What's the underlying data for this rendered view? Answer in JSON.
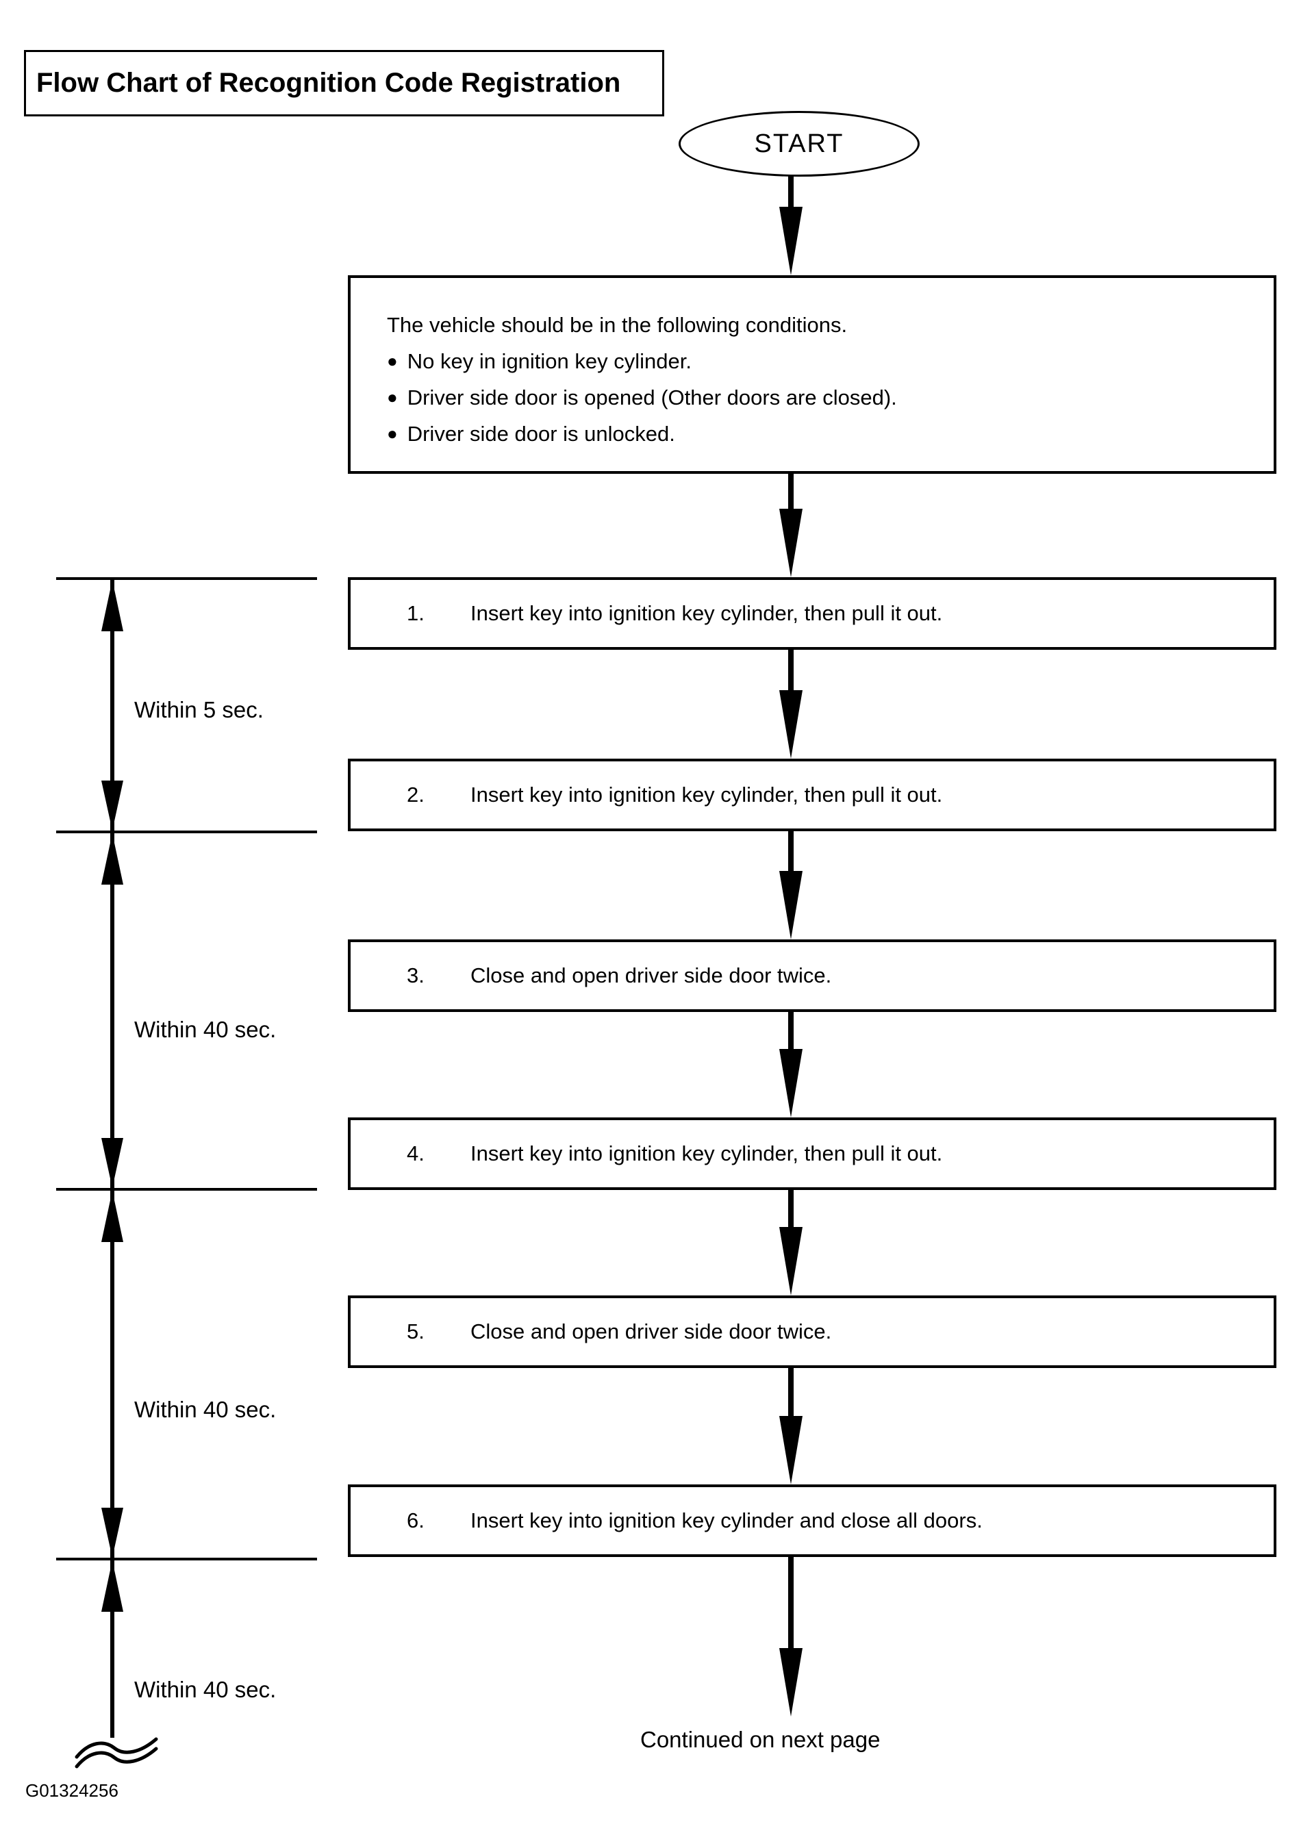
{
  "title": "Flow Chart of Recognition Code Registration",
  "start_label": "START",
  "conditions": {
    "intro": "The vehicle should be in the following conditions.",
    "bullet_glyph": "●",
    "bullets": [
      "No key in ignition key cylinder.",
      "Driver side door is opened (Other doors are closed).",
      "Driver side door is unlocked."
    ]
  },
  "steps": [
    {
      "number": "1.",
      "text": "Insert key into ignition key cylinder, then pull it out."
    },
    {
      "number": "2.",
      "text": "Insert key into ignition key cylinder, then pull it out."
    },
    {
      "number": "3.",
      "text": "Close and open driver side door twice."
    },
    {
      "number": "4.",
      "text": "Insert key into ignition key cylinder, then pull it out."
    },
    {
      "number": "5.",
      "text": "Close and open driver side door twice."
    },
    {
      "number": "6.",
      "text": "Insert key into ignition key cylinder and close all doors."
    }
  ],
  "timers": [
    {
      "label": "Within 5 sec."
    },
    {
      "label": "Within 40 sec."
    },
    {
      "label": "Within 40 sec."
    },
    {
      "label": "Within 40 sec."
    }
  ],
  "footer": {
    "continued": "Continued on next page",
    "figure_id": "G01324256"
  },
  "colors": {
    "ink": "#000000",
    "paper": "#ffffff"
  }
}
